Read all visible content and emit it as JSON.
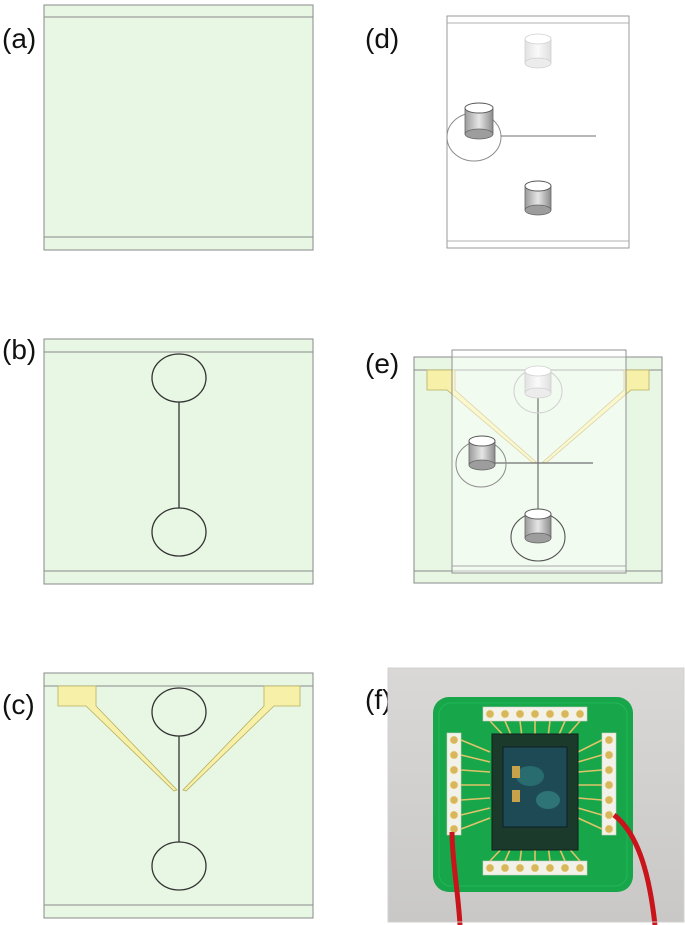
{
  "panels": [
    {
      "id": "a",
      "label": "(a)"
    },
    {
      "id": "b",
      "label": "(b)"
    },
    {
      "id": "c",
      "label": "(c)"
    },
    {
      "id": "d",
      "label": "(d)"
    },
    {
      "id": "e",
      "label": "(e)"
    },
    {
      "id": "f",
      "label": "(f)"
    }
  ],
  "colors": {
    "substrate_fill": "#e8f7e4",
    "substrate_stroke": "#8a8a8a",
    "electrode_fill": "#f7f0a8",
    "pcb_green": "#17a64a",
    "wire_red": "#c8141a"
  }
}
